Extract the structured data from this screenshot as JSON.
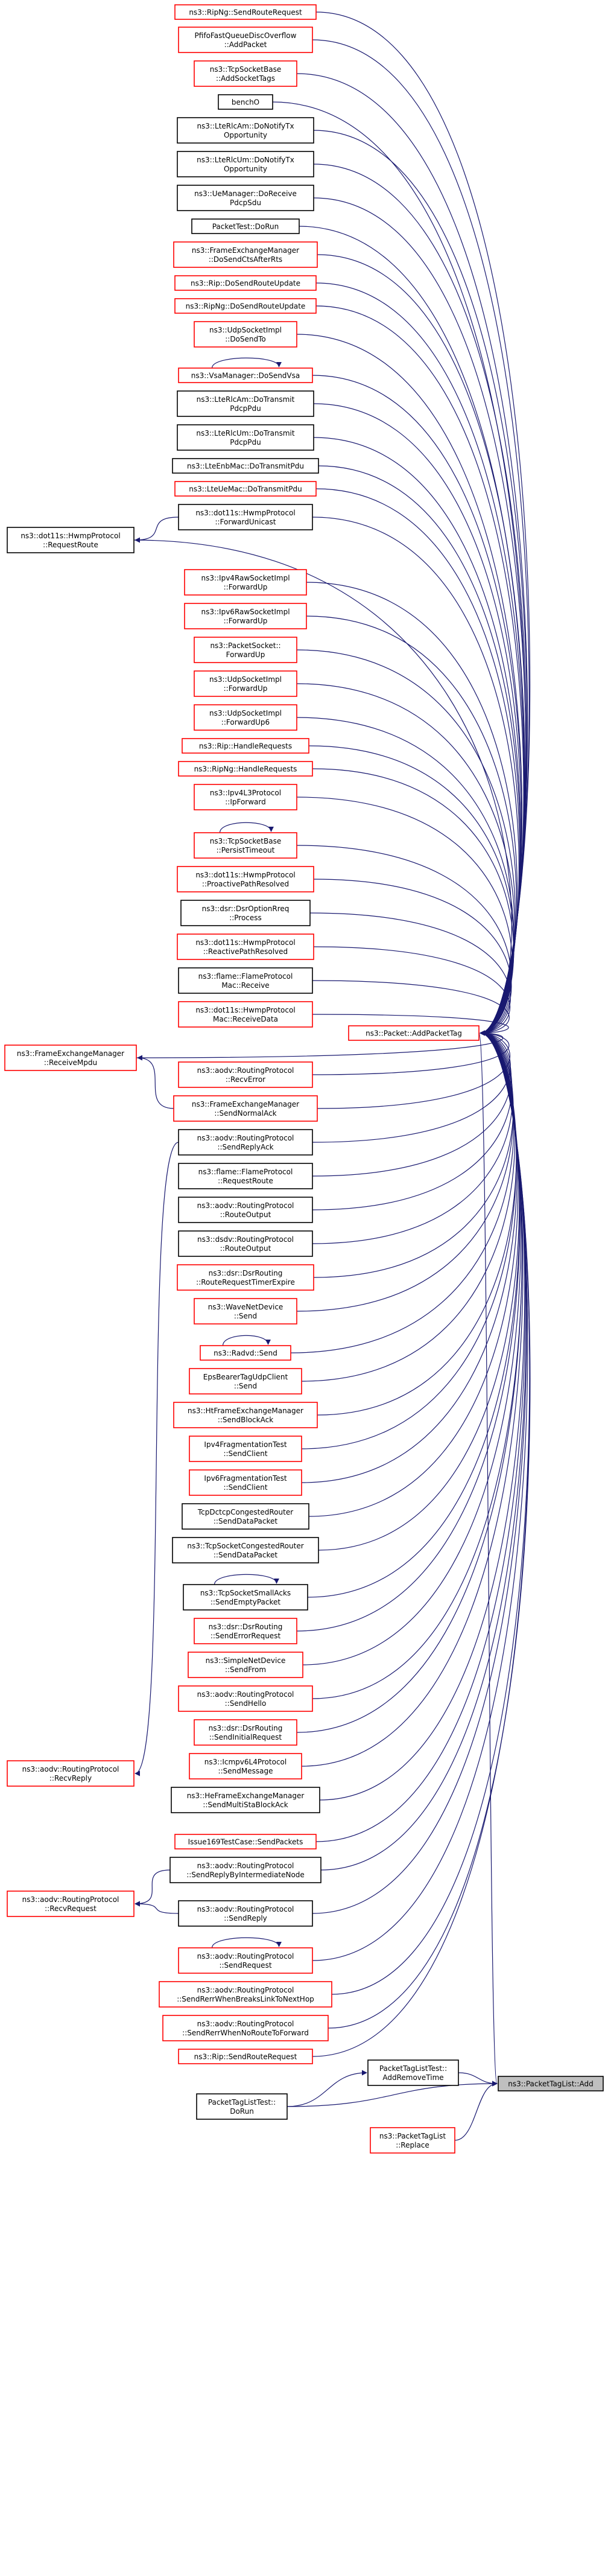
{
  "colors": {
    "edge": "#191970",
    "border_linked": "#ff0000",
    "border_plain": "#000000",
    "focus_fill": "#bfbfbf",
    "background": "#ffffff"
  },
  "graph": {
    "focus_node": "pktlist-add",
    "nodes": [
      {
        "id": "ripng-sendroute",
        "lines": [
          "ns3::RipNg::SendRouteRequest"
        ],
        "border": "red"
      },
      {
        "id": "pfifo-addpacket",
        "lines": [
          "PfifoFastQueueDiscOverflow",
          "::AddPacket"
        ],
        "border": "red"
      },
      {
        "id": "tcpsocketbase-addsockettags",
        "lines": [
          "ns3::TcpSocketBase",
          "::AddSocketTags"
        ],
        "border": "red"
      },
      {
        "id": "bench",
        "lines": [
          "benchO"
        ],
        "border": "black"
      },
      {
        "id": "ltermam-donotifytx",
        "lines": [
          "ns3::LteRlcAm::DoNotifyTx",
          "Opportunity"
        ],
        "border": "black"
      },
      {
        "id": "ltermum-donotifytx",
        "lines": [
          "ns3::LteRlcUm::DoNotifyTx",
          "Opportunity"
        ],
        "border": "black"
      },
      {
        "id": "uemanager-doreceive",
        "lines": [
          "ns3::UeManager::DoReceive",
          "PdcpSdu"
        ],
        "border": "black"
      },
      {
        "id": "packettest-dorun",
        "lines": [
          "PacketTest::DoRun"
        ],
        "border": "black"
      },
      {
        "id": "frameexchange-dosendcts",
        "lines": [
          "ns3::FrameExchangeManager",
          "::DoSendCtsAfterRts"
        ],
        "border": "red"
      },
      {
        "id": "rip-dosendrouteupdate",
        "lines": [
          "ns3::Rip::DoSendRouteUpdate"
        ],
        "border": "red"
      },
      {
        "id": "ripng-dosendrouteupdate",
        "lines": [
          "ns3::RipNg::DoSendRouteUpdate"
        ],
        "border": "red"
      },
      {
        "id": "udpsocketimpl-dosendto",
        "lines": [
          "ns3::UdpSocketImpl",
          "::DoSendTo"
        ],
        "border": "red"
      },
      {
        "id": "vsamanager-dosendvsa",
        "lines": [
          "ns3::VsaManager::DoSendVsa"
        ],
        "border": "red",
        "self": true
      },
      {
        "id": "ltermam-dotransmit",
        "lines": [
          "ns3::LteRlcAm::DoTransmit",
          "PdcpPdu"
        ],
        "border": "black"
      },
      {
        "id": "ltermum-dotransmit",
        "lines": [
          "ns3::LteRlcUm::DoTransmit",
          "PdcpPdu"
        ],
        "border": "black"
      },
      {
        "id": "lteenbmac-dotransmit",
        "lines": [
          "ns3::LteEnbMac::DoTransmitPdu"
        ],
        "border": "black"
      },
      {
        "id": "ltemac-dotransmit",
        "lines": [
          "ns3::LteUeMac::DoTransmitPdu"
        ],
        "border": "red"
      },
      {
        "id": "hwmp-forwardunicast",
        "lines": [
          "ns3::dot11s::HwmpProtocol",
          "::ForwardUnicast"
        ],
        "border": "black"
      },
      {
        "id": "hwmp-requestroute",
        "lines": [
          "ns3::dot11s::HwmpProtocol",
          "::RequestRoute"
        ],
        "border": "black"
      },
      {
        "id": "ipv4raw-forwardup",
        "lines": [
          "ns3::Ipv4RawSocketImpl",
          "::ForwardUp"
        ],
        "border": "red"
      },
      {
        "id": "ipv6raw-forwardup",
        "lines": [
          "ns3::Ipv6RawSocketImpl",
          "::ForwardUp"
        ],
        "border": "red"
      },
      {
        "id": "packetsocket-forwardup",
        "lines": [
          "ns3::PacketSocket::",
          "ForwardUp"
        ],
        "border": "red"
      },
      {
        "id": "udpsocketimpl-forwardup",
        "lines": [
          "ns3::UdpSocketImpl",
          "::ForwardUp"
        ],
        "border": "red"
      },
      {
        "id": "udpsocketimpl-forwardup6",
        "lines": [
          "ns3::UdpSocketImpl",
          "::ForwardUp6"
        ],
        "border": "red"
      },
      {
        "id": "rip-handlerequests",
        "lines": [
          "ns3::Rip::HandleRequests"
        ],
        "border": "red"
      },
      {
        "id": "ripng-handlerequests",
        "lines": [
          "ns3::RipNg::HandleRequests"
        ],
        "border": "red"
      },
      {
        "id": "ipv4l3-ipforward",
        "lines": [
          "ns3::Ipv4L3Protocol",
          "::IpForward"
        ],
        "border": "red"
      },
      {
        "id": "tcpsocketbase-persisttimeout",
        "lines": [
          "ns3::TcpSocketBase",
          "::PersistTimeout"
        ],
        "border": "red",
        "self": true
      },
      {
        "id": "hwmp-proactivepath",
        "lines": [
          "ns3::dot11s::HwmpProtocol",
          "::ProactivePathResolved"
        ],
        "border": "red"
      },
      {
        "id": "dsr-optionrreq",
        "lines": [
          "ns3::dsr::DsrOptionRreq",
          "::Process"
        ],
        "border": "black"
      },
      {
        "id": "hwmp-reactivepath",
        "lines": [
          "ns3::dot11s::HwmpProtocol",
          "::ReactivePathResolved"
        ],
        "border": "red"
      },
      {
        "id": "flame-receive",
        "lines": [
          "ns3::flame::FlameProtocol",
          "Mac::Receive"
        ],
        "border": "black"
      },
      {
        "id": "hwmp-receivedata",
        "lines": [
          "ns3::dot11s::HwmpProtocol",
          "Mac::ReceiveData"
        ],
        "border": "red"
      },
      {
        "id": "frameexchange-receivempdu",
        "lines": [
          "ns3::FrameExchangeManager",
          "::ReceiveMpdu"
        ],
        "border": "red"
      },
      {
        "id": "aodv-recverror",
        "lines": [
          "ns3::aodv::RoutingProtocol",
          "::RecvError"
        ],
        "border": "red"
      },
      {
        "id": "frameexchange-sendnormalack",
        "lines": [
          "ns3::FrameExchangeManager",
          "::SendNormalAck"
        ],
        "border": "red"
      },
      {
        "id": "aodv-sendreplyack",
        "lines": [
          "ns3::aodv::RoutingProtocol",
          "::SendReplyAck"
        ],
        "border": "black"
      },
      {
        "id": "flame-requestroute",
        "lines": [
          "ns3::flame::FlameProtocol",
          "::RequestRoute"
        ],
        "border": "black"
      },
      {
        "id": "aodv-routeoutput",
        "lines": [
          "ns3::aodv::RoutingProtocol",
          "::RouteOutput"
        ],
        "border": "black"
      },
      {
        "id": "dsdv-routeoutput",
        "lines": [
          "ns3::dsdv::RoutingProtocol",
          "::RouteOutput"
        ],
        "border": "black"
      },
      {
        "id": "dsr-routerequesttimer",
        "lines": [
          "ns3::dsr::DsrRouting",
          "::RouteRequestTimerExpire"
        ],
        "border": "red"
      },
      {
        "id": "wavenetdevice-send",
        "lines": [
          "ns3::WaveNetDevice",
          "::Send"
        ],
        "border": "red"
      },
      {
        "id": "radvd-send",
        "lines": [
          "ns3::Radvd::Send"
        ],
        "border": "red",
        "self": true
      },
      {
        "id": "epsbearer-send",
        "lines": [
          "EpsBearerTagUdpClient",
          "::Send"
        ],
        "border": "red"
      },
      {
        "id": "htframe-sendblockack",
        "lines": [
          "ns3::HtFrameExchangeManager",
          "::SendBlockAck"
        ],
        "border": "red"
      },
      {
        "id": "ipv4frag-sendclient",
        "lines": [
          "Ipv4FragmentationTest",
          "::SendClient"
        ],
        "border": "red"
      },
      {
        "id": "ipv6frag-sendclient",
        "lines": [
          "Ipv6FragmentationTest",
          "::SendClient"
        ],
        "border": "red"
      },
      {
        "id": "tcpdctcp-senddatapacket",
        "lines": [
          "TcpDctcpCongestedRouter",
          "::SendDataPacket"
        ],
        "border": "black"
      },
      {
        "id": "tcpsocketcongested-senddatapacket",
        "lines": [
          "ns3::TcpSocketCongestedRouter",
          "::SendDataPacket"
        ],
        "border": "black"
      },
      {
        "id": "tcpsocketsmallacks-sendemptypacket",
        "lines": [
          "ns3::TcpSocketSmallAcks",
          "::SendEmptyPacket"
        ],
        "border": "black",
        "self": true
      },
      {
        "id": "dsr-senderrorrequest",
        "lines": [
          "ns3::dsr::DsrRouting",
          "::SendErrorRequest"
        ],
        "border": "red"
      },
      {
        "id": "simplenetdevice-sendfrom",
        "lines": [
          "ns3::SimpleNetDevice",
          "::SendFrom"
        ],
        "border": "red"
      },
      {
        "id": "aodv-sendhello",
        "lines": [
          "ns3::aodv::RoutingProtocol",
          "::SendHello"
        ],
        "border": "red"
      },
      {
        "id": "dsr-sendinitialrequest",
        "lines": [
          "ns3::dsr::DsrRouting",
          "::SendInitialRequest"
        ],
        "border": "red"
      },
      {
        "id": "icmpv6l4-sendmessage",
        "lines": [
          "ns3::Icmpv6L4Protocol",
          "::SendMessage"
        ],
        "border": "red"
      },
      {
        "id": "heframe-sendmultistaback",
        "lines": [
          "ns3::HeFrameExchangeManager",
          "::SendMultiStaBlockAck"
        ],
        "border": "black"
      },
      {
        "id": "issue169-sendpackets",
        "lines": [
          "Issue169TestCase::SendPackets"
        ],
        "border": "red"
      },
      {
        "id": "aodv-sendreplybyintermediate",
        "lines": [
          "ns3::aodv::RoutingProtocol",
          "::SendReplyByIntermediateNode"
        ],
        "border": "black"
      },
      {
        "id": "aodv-recvreply",
        "lines": [
          "ns3::aodv::RoutingProtocol",
          "::RecvReply"
        ],
        "border": "red"
      },
      {
        "id": "aodv-recvrequest",
        "lines": [
          "ns3::aodv::RoutingProtocol",
          "::RecvRequest"
        ],
        "border": "red"
      },
      {
        "id": "aodv-sendreply",
        "lines": [
          "ns3::aodv::RoutingProtocol",
          "::SendReply"
        ],
        "border": "black"
      },
      {
        "id": "aodv-sendrequest",
        "lines": [
          "ns3::aodv::RoutingProtocol",
          "::SendRequest"
        ],
        "border": "red",
        "self": true
      },
      {
        "id": "aodv-sendrerrlinkbreak",
        "lines": [
          "ns3::aodv::RoutingProtocol",
          "::SendRerrWhenBreaksLinkToNextHop"
        ],
        "border": "red"
      },
      {
        "id": "aodv-sendrerrnoroute",
        "lines": [
          "ns3::aodv::RoutingProtocol",
          "::SendRerrWhenNoRouteToForward"
        ],
        "border": "red"
      },
      {
        "id": "rip-sendrouterequest",
        "lines": [
          "ns3::Rip::SendRouteRequest"
        ],
        "border": "red"
      },
      {
        "id": "pktlisttest-dorun",
        "lines": [
          "PacketTagListTest::",
          "DoRun"
        ],
        "border": "black"
      },
      {
        "id": "pktlisttest-addremovetime",
        "lines": [
          "PacketTagListTest::",
          "AddRemoveTime"
        ],
        "border": "black"
      },
      {
        "id": "pktlist-replace",
        "lines": [
          "ns3::PacketTagList",
          "::Replace"
        ],
        "border": "red"
      },
      {
        "id": "packet-addpackettag",
        "lines": [
          "ns3::Packet::AddPacketTag"
        ],
        "border": "red"
      },
      {
        "id": "pktlist-add",
        "lines": [
          "ns3::PacketTagList::Add"
        ],
        "border": "black",
        "focus": true
      }
    ]
  }
}
